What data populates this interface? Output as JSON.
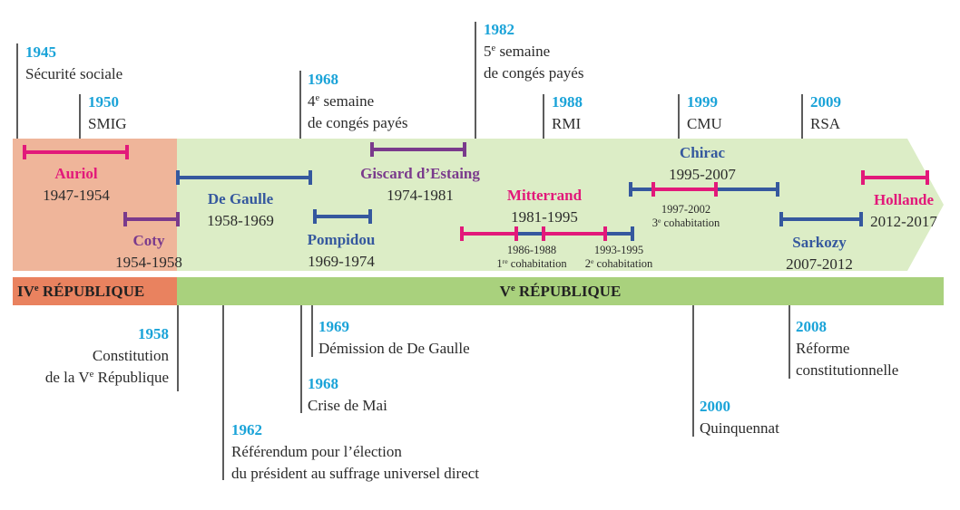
{
  "colors": {
    "year": "#1aa3d8",
    "pink": "#e2197a",
    "blue": "#35589e",
    "purple": "#7a3a8c",
    "band_iv": "#efb59a",
    "band_v": "#dcedc6",
    "bar_iv": "#e9825f",
    "bar_v": "#a9d17d"
  },
  "republics": {
    "iv_roman": "IV",
    "iv_sup": "e",
    "iv_label": " RÉPUBLIQUE",
    "v_roman": "V",
    "v_sup": "e",
    "v_label": " RÉPUBLIQUE"
  },
  "events_top": {
    "e1945": {
      "year": "1945",
      "text": "Sécurité sociale"
    },
    "e1950": {
      "year": "1950",
      "text": "SMIG"
    },
    "e1968a": {
      "year": "1968",
      "num": "4",
      "sup": "e",
      "rest": " semaine",
      "line2": "de congés payés"
    },
    "e1982": {
      "year": "1982",
      "num": "5",
      "sup": "e",
      "rest": " semaine",
      "line2": "de congés payés"
    },
    "e1988": {
      "year": "1988",
      "text": "RMI"
    },
    "e1999": {
      "year": "1999",
      "text": "CMU"
    },
    "e2009": {
      "year": "2009",
      "text": "RSA"
    }
  },
  "events_bottom": {
    "e1958": {
      "year": "1958",
      "line1": "Constitution",
      "pre": "de la V",
      "sup": "e",
      "post": " République"
    },
    "e1962": {
      "year": "1962",
      "line1": "Référendum pour l’élection",
      "line2": "du président au suffrage universel direct"
    },
    "e1968b": {
      "year": "1968",
      "text": "Crise de Mai"
    },
    "e1969": {
      "year": "1969",
      "text": "Démission de De Gaulle"
    },
    "e2000": {
      "year": "2000",
      "text": "Quinquennat"
    },
    "e2008": {
      "year": "2008",
      "line1": "Réforme",
      "line2": "constitutionnelle"
    }
  },
  "presidents": {
    "auriol": {
      "name": "Auriol",
      "dates": "1947-1954"
    },
    "coty": {
      "name": "Coty",
      "dates": "1954-1958"
    },
    "degaulle": {
      "name": "De Gaulle",
      "dates": "1958-1969"
    },
    "pompidou": {
      "name": "Pompidou",
      "dates": "1969-1974"
    },
    "giscard": {
      "name": "Giscard d’Estaing",
      "dates": "1974-1981"
    },
    "mitterrand": {
      "name": "Mitterrand",
      "dates": "1981-1995"
    },
    "chirac": {
      "name": "Chirac",
      "dates": "1995-2007"
    },
    "sarkozy": {
      "name": "Sarkozy",
      "dates": "2007-2012"
    },
    "hollande": {
      "name": "Hollande",
      "dates": "2012-2017"
    }
  },
  "cohabitations": {
    "c1": {
      "dates": "1986-1988",
      "num": "1",
      "sup": "re",
      "rest": " cohabitation"
    },
    "c2": {
      "dates": "1993-1995",
      "num": "2",
      "sup": "e",
      "rest": " cohabitation"
    },
    "c3": {
      "dates": "1997-2002",
      "num": "3",
      "sup": "e",
      "rest": " cohabitation"
    }
  }
}
